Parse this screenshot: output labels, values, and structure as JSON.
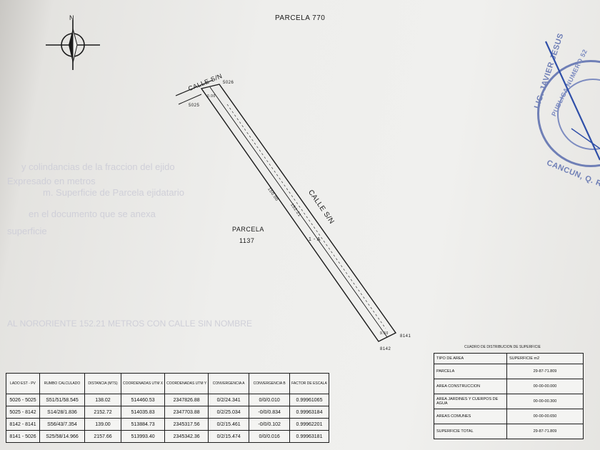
{
  "map": {
    "north_label": "N",
    "top_parcel_label": "PARCELA 770",
    "street_top": "CALLE S/N",
    "street_side": "CALLE S/N",
    "parcel_label": "PARCELA",
    "parcel_number": "1137",
    "lot_label": "1 - A",
    "corner_top_right": "5026",
    "corner_top_left": "5025",
    "corner_bottom_right": "8141",
    "corner_bottom": "8142",
    "side_length_left": "150.00",
    "side_length_right": "152.21",
    "top_width": "0.00",
    "bottom_width": "9.60"
  },
  "coords_table": {
    "headers": [
      "LADO EST - PV",
      "RUMBO CALCULADO",
      "DISTANCIA (MTS)",
      "COORDENADAS UTM X",
      "COORDENADAS UTM Y",
      "CONVERGENCIA A",
      "CONVERGENCIA B",
      "FACTOR DE ESCALA"
    ],
    "rows": [
      [
        "5026 - 5025",
        "S51/51/58.545",
        "138.02",
        "514460.53",
        "2347826.88",
        "0/2/24.341",
        "0/0/0.010",
        "0.99961065"
      ],
      [
        "5025 - 8142",
        "S14/28/1.836",
        "2152.72",
        "514035.83",
        "2347703.88",
        "0/2/25.034",
        "-0/0/0.834",
        "0.99963184"
      ],
      [
        "8142 - 8141",
        "S56/43/7.354",
        "139.00",
        "513884.73",
        "2345317.56",
        "0/2/15.461",
        "-0/0/0.102",
        "0.99962201"
      ],
      [
        "8141 - 5026",
        "S25/58/14.966",
        "2157.66",
        "513993.40",
        "2345342.36",
        "0/2/15.474",
        "0/0/0.016",
        "0.99963181"
      ]
    ]
  },
  "areas_table": {
    "caption": "CUADRO DE DISTRIBUCION DE SUPERFICIE",
    "header_type": "TIPO DE AREA",
    "header_value": "SUPERFICIE m2",
    "rows": [
      {
        "type": "PARCELA",
        "value": "29-87-71.809"
      },
      {
        "type": "AREA CONSTRUCCION",
        "value": "00-00-00.000"
      },
      {
        "type": "AREA JARDINES Y CUERPOS DE AGUA",
        "value": "00-00-00.300"
      },
      {
        "type": "AREAS COMUNES",
        "value": "00-00-00.650"
      },
      {
        "type": "SUPERFICIE TOTAL",
        "value": "29-87-71.809"
      }
    ]
  },
  "seal": {
    "text_top": "LIC. JAVIER JESUS",
    "text_side": "PUBLICA NUMERO 52",
    "text_bottom": "CANCUN, Q. ROO"
  },
  "ghost_text": [
    "y colindancias de la fraccion del ejido",
    "Expresado en metros",
    "m. Superficie de Parcela ejidatario",
    "en el documento que se anexa",
    "superficie",
    "AL NORORIENTE 152.21 METROS CON CALLE SIN NOMBRE"
  ],
  "colors": {
    "ink": "#1a1a1a",
    "seal_blue": "#6f7fb6",
    "pen_blue": "#2f4fa8"
  }
}
